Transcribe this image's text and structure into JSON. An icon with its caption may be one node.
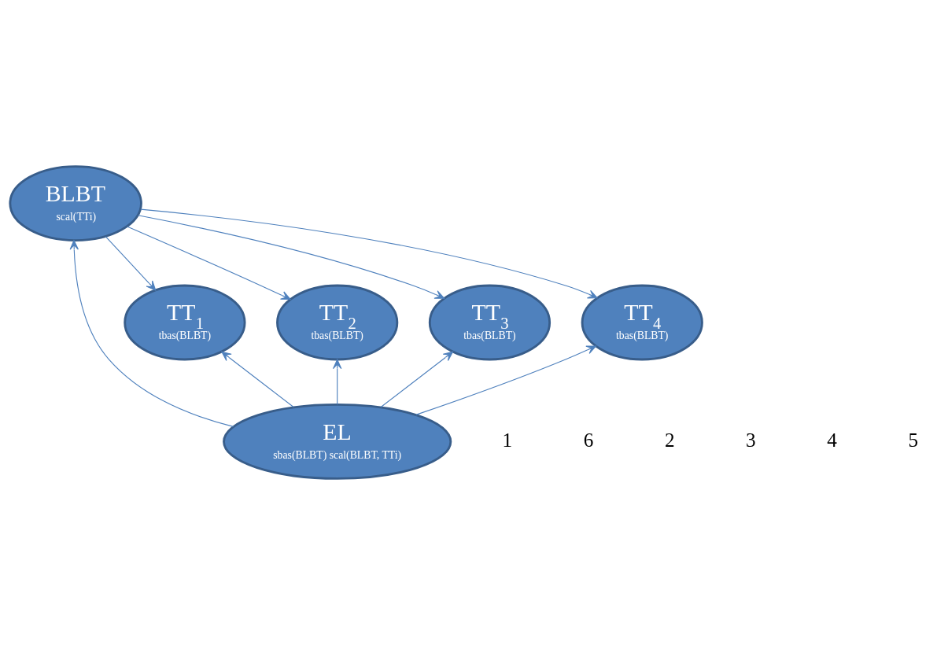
{
  "diagram": {
    "nodes": [
      {
        "text": [
          "BLBT",
          "scal(TTi)"
        ]
      },
      {
        "text": [
          "TT$_{1}$",
          "tbas(BLBT)"
        ]
      },
      {
        "text": [
          "TT$_{2}$",
          "tbas(BLBT)"
        ]
      },
      {
        "text": [
          "TT$_{3}$",
          "tbas(BLBT)"
        ]
      },
      {
        "text": [
          "TT$_{4}$",
          "tbas(BLBT)"
        ]
      },
      {
        "text": [
          "EL",
          "sbas(BLBT) scal(BLBT, TTi)"
        ]
      }
    ],
    "edges": [
      {
        "from": 0,
        "to": 1,
        "arrow": "to"
      },
      {
        "from": 0,
        "to": 2,
        "arrow": "to"
      },
      {
        "from": 0,
        "to": 3,
        "arrow": "to"
      },
      {
        "from": 0,
        "to": 4,
        "arrow": "to"
      },
      {
        "from": 5,
        "to": 0,
        "arrow": "to"
      },
      {
        "from": 5,
        "to": 1,
        "arrow": "to"
      },
      {
        "from": 5,
        "to": 2,
        "arrow": "to"
      },
      {
        "from": 5,
        "to": 3,
        "arrow": "to"
      },
      {
        "from": 5,
        "to": 4,
        "arrow": "to"
      }
    ],
    "labels": [
      "1",
      "6",
      "2",
      "3",
      "4",
      "5"
    ]
  }
}
